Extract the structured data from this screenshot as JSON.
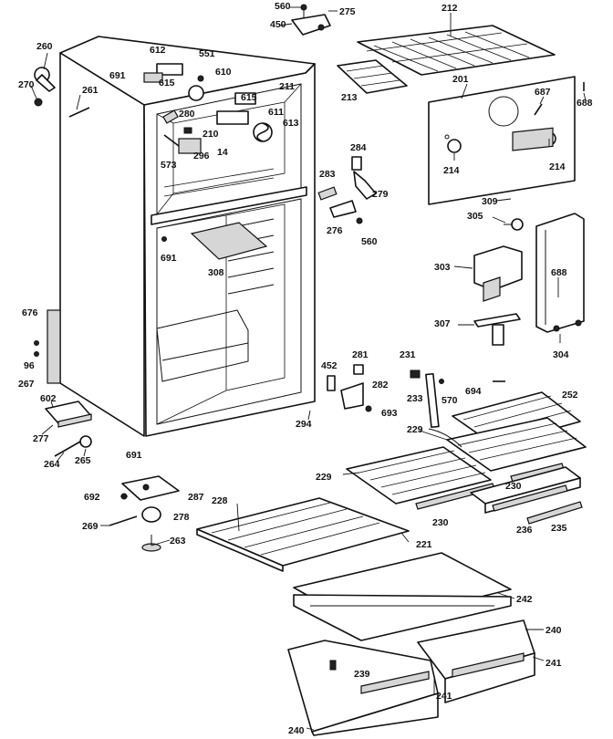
{
  "callouts": [
    {
      "label": "560"
    },
    {
      "label": "275"
    },
    {
      "label": "450"
    },
    {
      "label": "212"
    },
    {
      "label": "260"
    },
    {
      "label": "270"
    },
    {
      "label": "261"
    },
    {
      "label": "612"
    },
    {
      "label": "551"
    },
    {
      "label": "691"
    },
    {
      "label": "615"
    },
    {
      "label": "610"
    },
    {
      "label": "211"
    },
    {
      "label": "615"
    },
    {
      "label": "611"
    },
    {
      "label": "280"
    },
    {
      "label": "613"
    },
    {
      "label": "210"
    },
    {
      "label": "573"
    },
    {
      "label": "296"
    },
    {
      "label": "14"
    },
    {
      "label": "213"
    },
    {
      "label": "201"
    },
    {
      "label": "687"
    },
    {
      "label": "688"
    },
    {
      "label": "214"
    },
    {
      "label": "214"
    },
    {
      "label": "284"
    },
    {
      "label": "283"
    },
    {
      "label": "279"
    },
    {
      "label": "276"
    },
    {
      "label": "560"
    },
    {
      "label": "309"
    },
    {
      "label": "305"
    },
    {
      "label": "303"
    },
    {
      "label": "688"
    },
    {
      "label": "307"
    },
    {
      "label": "304"
    },
    {
      "label": "691"
    },
    {
      "label": "308"
    },
    {
      "label": "676"
    },
    {
      "label": "96"
    },
    {
      "label": "267"
    },
    {
      "label": "602"
    },
    {
      "label": "277"
    },
    {
      "label": "264"
    },
    {
      "label": "265"
    },
    {
      "label": "691"
    },
    {
      "label": "294"
    },
    {
      "label": "452"
    },
    {
      "label": "281"
    },
    {
      "label": "231"
    },
    {
      "label": "282"
    },
    {
      "label": "233"
    },
    {
      "label": "570"
    },
    {
      "label": "694"
    },
    {
      "label": "693"
    },
    {
      "label": "252"
    },
    {
      "label": "229"
    },
    {
      "label": "229"
    },
    {
      "label": "230"
    },
    {
      "label": "230"
    },
    {
      "label": "236"
    },
    {
      "label": "235"
    },
    {
      "label": "692"
    },
    {
      "label": "287"
    },
    {
      "label": "269"
    },
    {
      "label": "278"
    },
    {
      "label": "263"
    },
    {
      "label": "228"
    },
    {
      "label": "221"
    },
    {
      "label": "242"
    },
    {
      "label": "240"
    },
    {
      "label": "241"
    },
    {
      "label": "239"
    },
    {
      "label": "241"
    },
    {
      "label": "240"
    }
  ]
}
